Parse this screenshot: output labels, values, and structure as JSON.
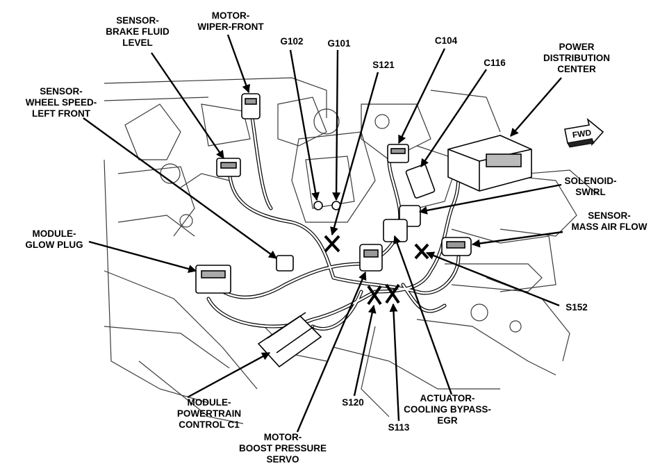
{
  "labels": {
    "brake_fluid": [
      "SENSOR-",
      "BRAKE FLUID",
      "LEVEL"
    ],
    "wiper": [
      "MOTOR-",
      "WIPER-FRONT"
    ],
    "g102": "G102",
    "g101": "G101",
    "c104": "C104",
    "s121": "S121",
    "c116": "C116",
    "pdc": [
      "POWER",
      "DISTRIBUTION",
      "CENTER"
    ],
    "wheel_speed": [
      "SENSOR-",
      "WHEEL SPEED-",
      "LEFT FRONT"
    ],
    "solenoid": [
      "SOLENOID-",
      "SWIRL"
    ],
    "maf": [
      "SENSOR-",
      "MASS AIR FLOW"
    ],
    "glow": [
      "MODULE-",
      "GLOW PLUG"
    ],
    "s152": "S152",
    "pcm": [
      "MODULE-",
      "POWERTRAIN",
      "CONTROL C1"
    ],
    "s120": "S120",
    "actuator": [
      "ACTUATOR-",
      "COOLING BYPASS-",
      "EGR"
    ],
    "s113": "S113",
    "boost": [
      "MOTOR-",
      "BOOST PRESSURE",
      "SERVO"
    ]
  },
  "fwd": "FWD"
}
